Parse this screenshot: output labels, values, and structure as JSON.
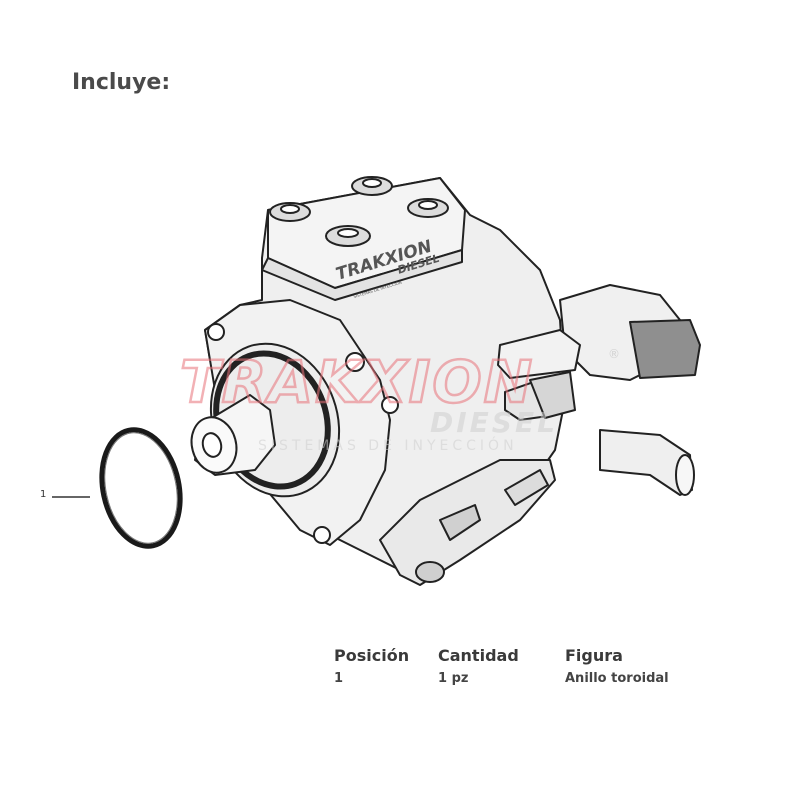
{
  "heading": "Incluye:",
  "callout": {
    "number": "1"
  },
  "pump_logo": {
    "brand": "TRAKXION",
    "sub": "DIESEL",
    "tagline": "SISTEMAS DE INYECCIÓN"
  },
  "watermark": {
    "brand": "TRAKXION",
    "sub": "DIESEL",
    "tagline": "SISTEMAS DE INYECCIÓN",
    "mark": "®"
  },
  "table": {
    "headers": [
      "Posición",
      "Cantidad",
      "Figura"
    ],
    "rows": [
      [
        "1",
        "1 pz",
        "Anillo toroidal"
      ]
    ]
  },
  "colors": {
    "outline": "#222222",
    "fill_light": "#efefef",
    "fill_mid": "#d9d9d9",
    "watermark_red": "#e8727a"
  }
}
